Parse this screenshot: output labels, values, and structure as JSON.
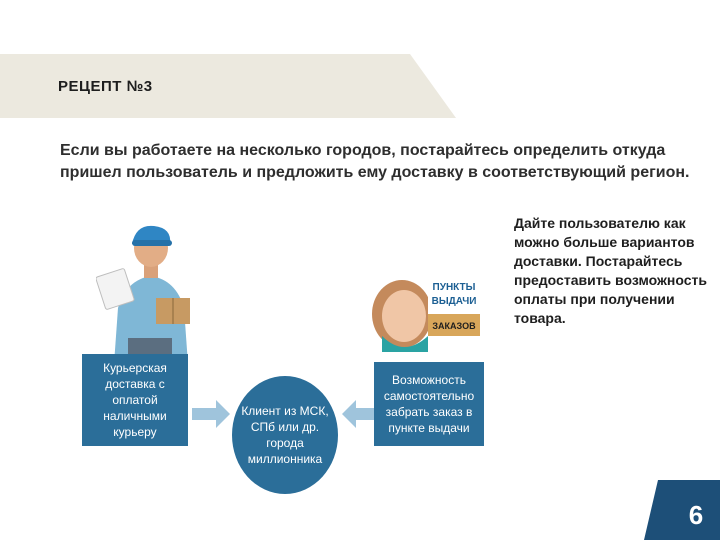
{
  "slide": {
    "title": "РЕЦЕПТ №3",
    "intro": "Если вы работаете на несколько городов, постарайтесь определить откуда пришел пользователь и предложить ему доставку в соответствующий регион.",
    "side_text": "Дайте пользователю как можно больше вариантов доставки. Постарайтесь предоставить возможность оплаты при получении товара.",
    "diagram": {
      "left_box": "Курьерская доставка с оплатой наличными курьеру",
      "center_circle": "Клиент из МСК, СПб или др. города миллионника",
      "right_box": "Возможность самостоятельно забрать заказ в пункте выдачи"
    },
    "sign": {
      "line1": "ПУНКТЫ",
      "line2": "ВЫДАЧИ",
      "line3": "ЗАКАЗОВ"
    },
    "page_number": "6"
  },
  "colors": {
    "banner": "#ece9df",
    "diagram_blue": "#2b6e99",
    "arrow_blue": "#9fc4dc",
    "page_corner": "#1d4f78"
  }
}
